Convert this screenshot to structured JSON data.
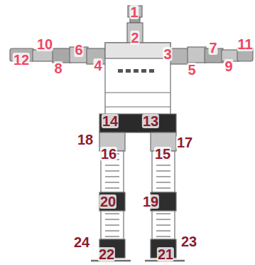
{
  "diagram": {
    "labels": [
      "1",
      "2",
      "12",
      "10",
      "6",
      "7",
      "11",
      "8",
      "4",
      "3",
      "5",
      "9",
      "14",
      "13",
      "18",
      "16",
      "15",
      "17",
      "20",
      "19",
      "24",
      "22",
      "21",
      "23"
    ]
  }
}
